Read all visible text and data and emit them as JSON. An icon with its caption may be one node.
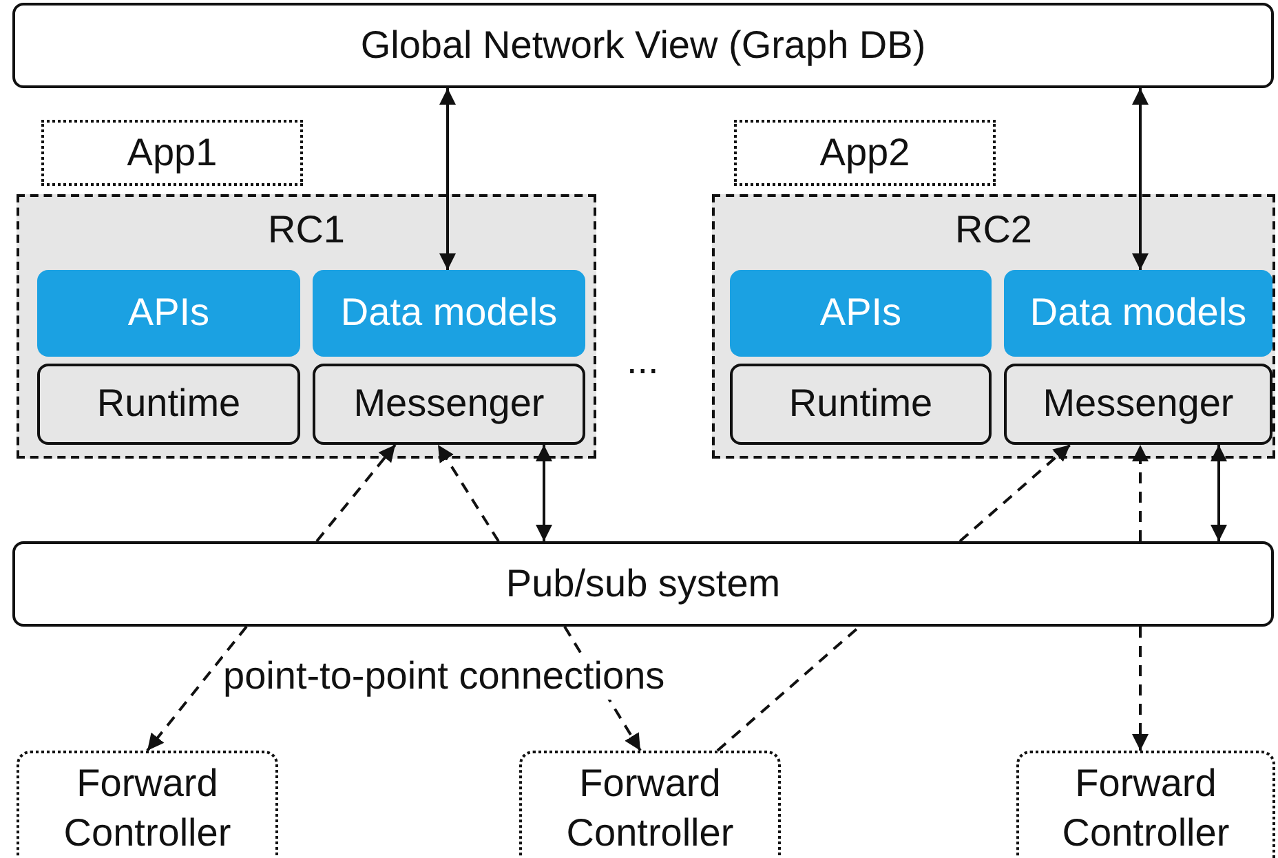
{
  "diagram": {
    "nodes": [
      {
        "text": [
          "Global Network View (Graph DB)"
        ]
      },
      {
        "text": [
          "App1"
        ]
      },
      {
        "text": [
          "RC1"
        ]
      },
      {
        "text": [
          "APIs"
        ],
        "in": 2
      },
      {
        "text": [
          "Data models"
        ],
        "in": 2
      },
      {
        "text": [
          "Runtime"
        ],
        "in": 2
      },
      {
        "text": [
          "Messenger"
        ],
        "in": 2
      },
      {
        "text": [
          "App2"
        ]
      },
      {
        "text": [
          "RC2"
        ]
      },
      {
        "text": [
          "APIs"
        ],
        "in": 8
      },
      {
        "text": [
          "Data models"
        ],
        "in": 8
      },
      {
        "text": [
          "Runtime"
        ],
        "in": 8
      },
      {
        "text": [
          "Messenger"
        ],
        "in": 8
      },
      {
        "text": [
          "Pub/sub system"
        ]
      },
      {
        "text": [
          "Forward Controller"
        ]
      },
      {
        "text": [
          "Forward Controller"
        ]
      },
      {
        "text": [
          "Forward Controller"
        ]
      }
    ],
    "edges": [
      {
        "from": 0,
        "to": 4,
        "arrow": "both"
      },
      {
        "from": 0,
        "to": 10,
        "arrow": "both"
      },
      {
        "from": 13,
        "to": 6,
        "arrow": "to",
        "style": "dashed"
      },
      {
        "from": 13,
        "to": 14,
        "arrow": "to",
        "style": "dashed"
      },
      {
        "from": 13,
        "to": 6,
        "arrow": "to",
        "style": "dashed"
      },
      {
        "from": 13,
        "to": 15,
        "arrow": "to",
        "style": "dashed"
      },
      {
        "from": 6,
        "to": 13,
        "arrow": "both"
      },
      {
        "from": 13,
        "to": 12,
        "arrow": "to",
        "style": "dashed"
      },
      {
        "from": 15,
        "to": 13,
        "arrow": "none",
        "style": "dashed"
      },
      {
        "from": 13,
        "to": 12,
        "arrow": "to",
        "style": "dashed"
      },
      {
        "from": 13,
        "to": 16,
        "arrow": "to",
        "style": "dashed"
      },
      {
        "from": 12,
        "to": 13,
        "arrow": "both"
      }
    ],
    "labels": [
      "...",
      "point-to-point connections"
    ]
  }
}
